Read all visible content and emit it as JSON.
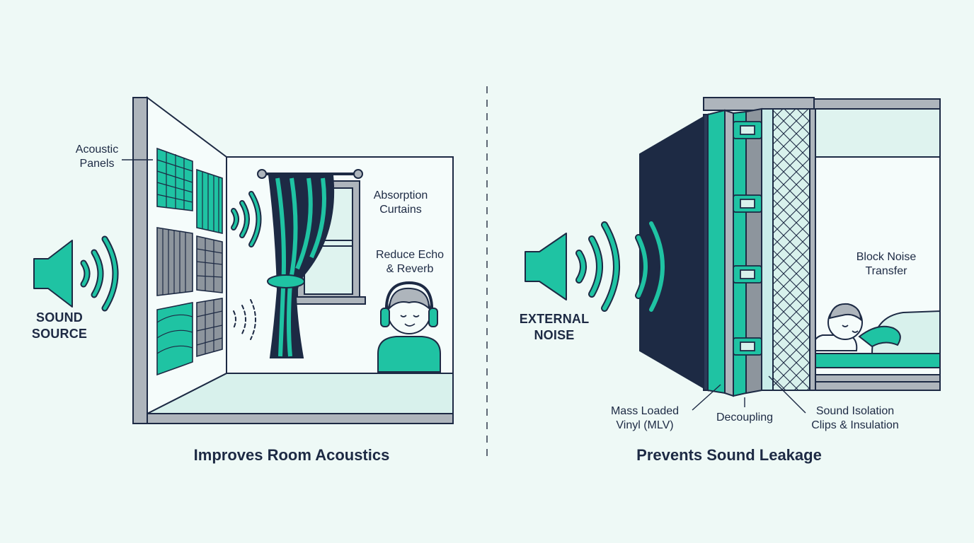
{
  "left_panel": {
    "source_label_line1": "SOUND",
    "source_label_line2": "SOURCE",
    "panels_label_line1": "Acoustic",
    "panels_label_line2": "Panels",
    "curtains_label_line1": "Absorption",
    "curtains_label_line2": "Curtains",
    "echo_label_line1": "Reduce Echo",
    "echo_label_line2": "& Reverb",
    "caption": "Improves Room Acoustics"
  },
  "right_panel": {
    "noise_label_line1": "EXTERNAL",
    "noise_label_line2": "NOISE",
    "transfer_label_line1": "Block Noise",
    "transfer_label_line2": "Transfer",
    "mlv_label_line1": "Mass Loaded",
    "mlv_label_line2": "Vinyl (MLV)",
    "decoupling_label": "Decoupling",
    "clips_label_line1": "Sound Isolation",
    "clips_label_line2": "Clips & Insulation",
    "caption": "Prevents Sound Leakage"
  },
  "colors": {
    "background": "#eef9f6",
    "accent": "#1fc3a3",
    "navy": "#1d2a44",
    "gray": "#8d959d",
    "pale": "#d8f1ec"
  },
  "icons": [
    "speaker-icon",
    "sound-wave-icon",
    "acoustic-panel-icon",
    "curtain-icon",
    "window-icon",
    "headphones-person-icon",
    "wall-layers-icon",
    "isolation-clip-icon",
    "insulation-icon",
    "sleeping-person-icon"
  ]
}
